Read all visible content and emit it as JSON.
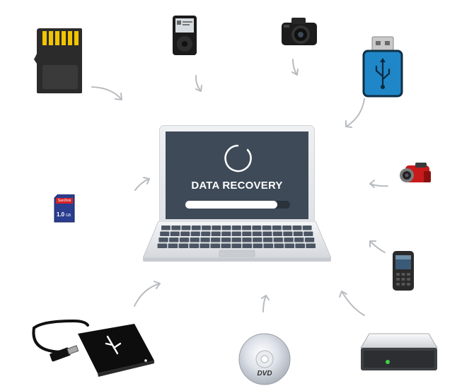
{
  "screen": {
    "title": "DATA RECOVERY",
    "progress": 0.88
  },
  "devices": {
    "micro_sd": {
      "icon": "micro-sd-card-icon"
    },
    "ipod": {
      "icon": "ipod-icon"
    },
    "camera": {
      "icon": "camera-icon"
    },
    "usb_drive": {
      "icon": "usb-flash-drive-icon"
    },
    "camcorder": {
      "icon": "camcorder-icon"
    },
    "mobile_phone": {
      "icon": "mobile-phone-icon"
    },
    "sd_card": {
      "icon": "sd-card-icon",
      "brand": "SanDisk",
      "capacity": "1.0",
      "capacity_unit": "GB"
    },
    "external_hdd": {
      "icon": "external-hard-drive-icon"
    },
    "dvd": {
      "icon": "dvd-disc-icon",
      "label": "DVD"
    },
    "internal_drive": {
      "icon": "internal-drive-icon"
    }
  },
  "colors": {
    "screen": "#3e4a58",
    "arrow": "#b9bcc0",
    "usb_blue": "#1f87c7",
    "camcorder_red": "#c81a1a",
    "sd_card_blue": "#2a3d8f",
    "drive_led": "#3cd14a"
  }
}
